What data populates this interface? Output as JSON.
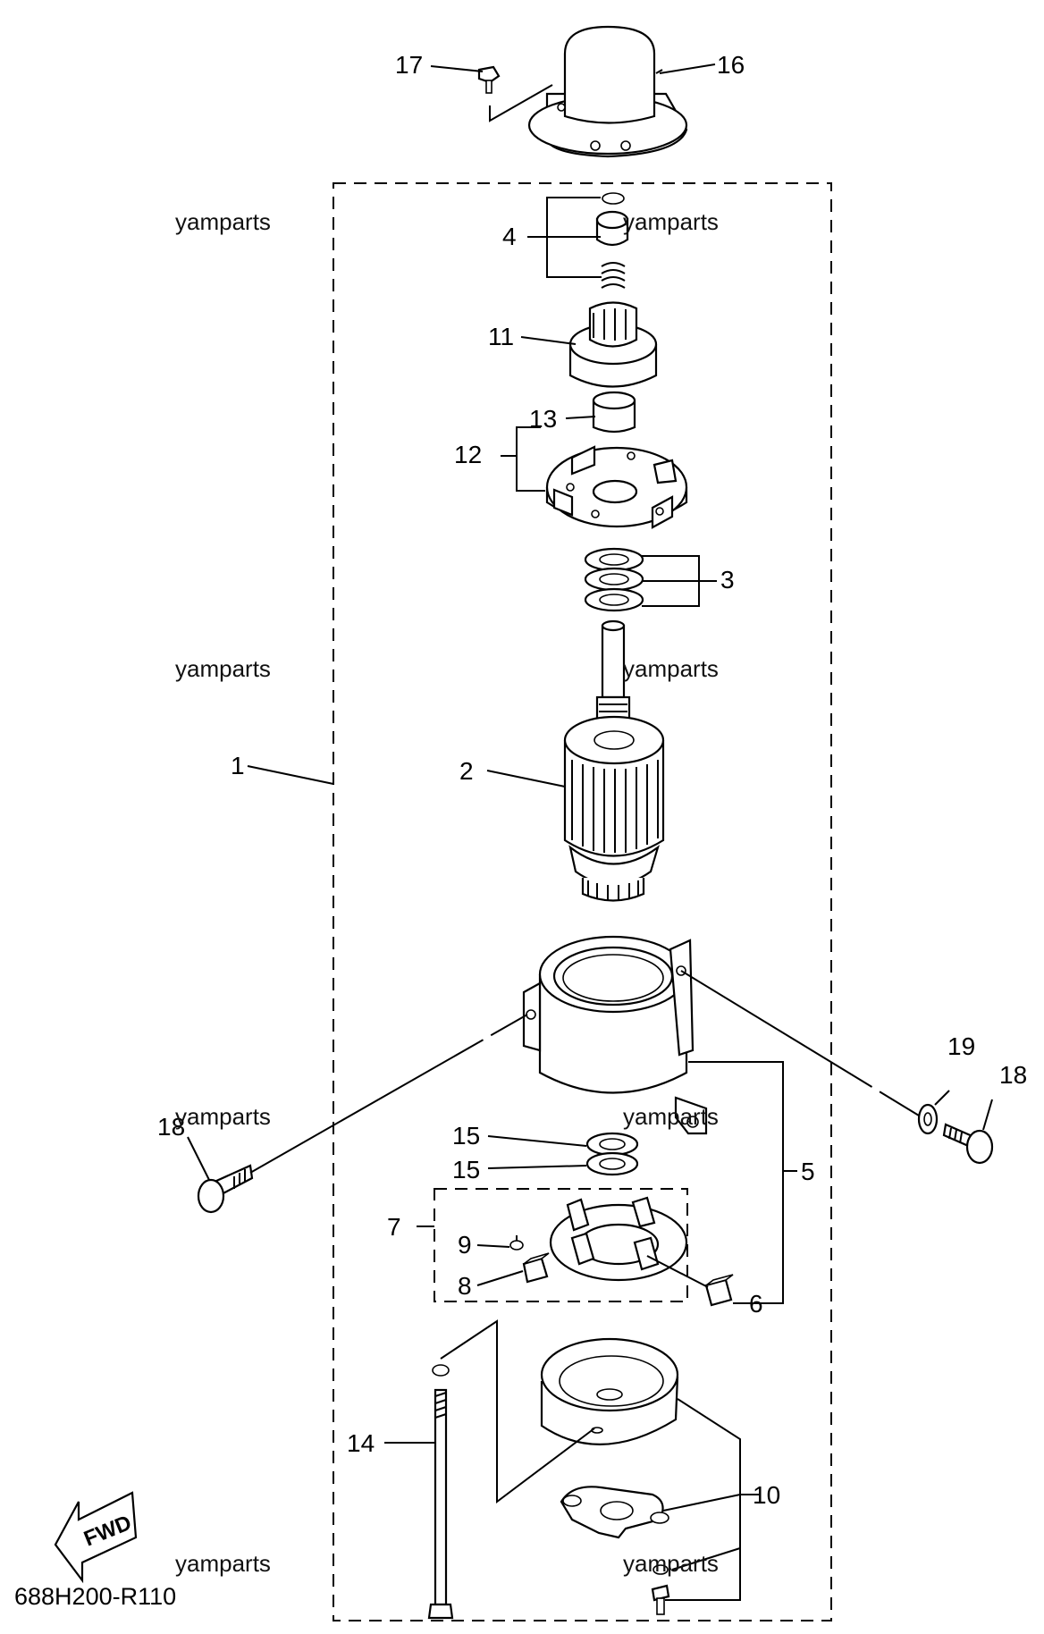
{
  "diagram_code": "688H200-R110",
  "watermark": "yamparts",
  "direction_badge": "FWD",
  "callouts": [
    "1",
    "2",
    "3",
    "4",
    "5",
    "6",
    "7",
    "8",
    "9",
    "10",
    "11",
    "12",
    "13",
    "14",
    "15",
    "15",
    "16",
    "17",
    "18",
    "18",
    "19"
  ]
}
